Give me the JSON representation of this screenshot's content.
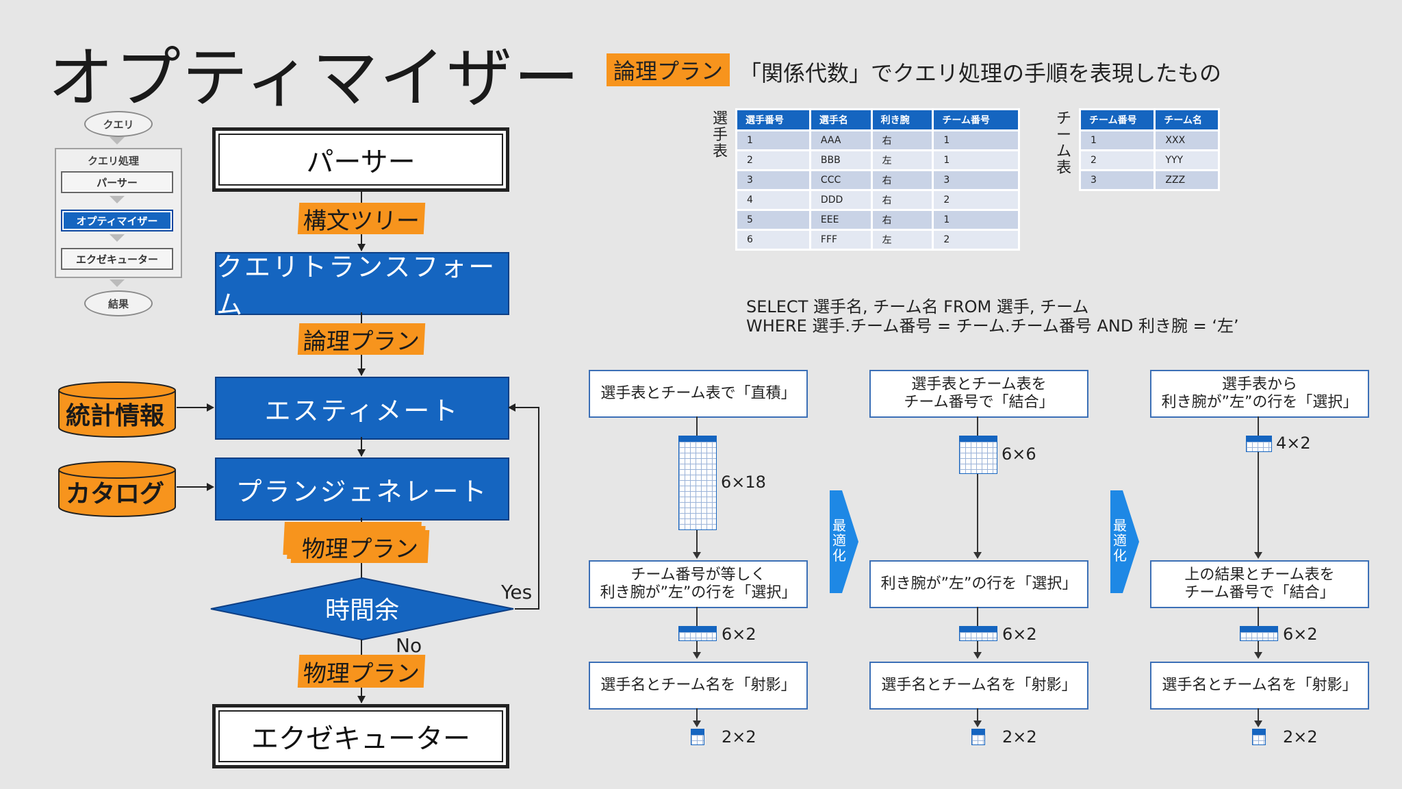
{
  "title": "オプティマイザー",
  "mini": {
    "query": "クエリ",
    "processing": "クエリ処理",
    "parser": "パーサー",
    "optimizer": "オプティマイザー",
    "executor": "エクゼキューター",
    "result": "結果"
  },
  "flow": {
    "parser": "パーサー",
    "syntax_tree": "構文ツリー",
    "query_transform": "クエリトランスフォーム",
    "logical_plan": "論理プラン",
    "estimate": "エスティメート",
    "plan_generate": "プランジェネレート",
    "physical_plan": "物理プラン",
    "time_left": "時間余",
    "yes": "Yes",
    "no": "No",
    "physical_plan2": "物理プラン",
    "executor": "エクゼキューター",
    "stats": "統計情報",
    "catalog": "カタログ"
  },
  "colors": {
    "blue": "#1565c0",
    "orange": "#f7941d"
  },
  "header": {
    "tag": "論理プラン",
    "desc": "「関係代数」でクエリ処理の手順を表現したもの"
  },
  "players_table": {
    "label": "選手表",
    "columns": [
      "選手番号",
      "選手名",
      "利き腕",
      "チーム番号"
    ],
    "rows": [
      [
        "1",
        "AAA",
        "右",
        "1"
      ],
      [
        "2",
        "BBB",
        "左",
        "1"
      ],
      [
        "3",
        "CCC",
        "右",
        "3"
      ],
      [
        "4",
        "DDD",
        "右",
        "2"
      ],
      [
        "5",
        "EEE",
        "右",
        "1"
      ],
      [
        "6",
        "FFF",
        "左",
        "2"
      ]
    ]
  },
  "teams_table": {
    "label": "チーム表",
    "columns": [
      "チーム番号",
      "チーム名"
    ],
    "rows": [
      [
        "1",
        "XXX"
      ],
      [
        "2",
        "YYY"
      ],
      [
        "3",
        "ZZZ"
      ]
    ]
  },
  "sql": {
    "line1": "SELECT 選手名, チーム名 FROM 選手, チーム",
    "line2": "WHERE 選手.チーム番号 = チーム.チーム番号 AND 利き腕 = ‘左’"
  },
  "optimize_label": "最適化",
  "plans": [
    {
      "step1": "選手表とチーム表で「直積」",
      "count1": "6×18",
      "step2": "チーム番号が等しく\n利き腕が”左”の行を「選択」",
      "count2": "6×2",
      "step3": "選手名とチーム名を「射影」",
      "count3": "2×2"
    },
    {
      "step1": "選手表とチーム表を\nチーム番号で「結合」",
      "count1": "6×6",
      "step2": "利き腕が”左”の行を「選択」",
      "count2": "6×2",
      "step3": "選手名とチーム名を「射影」",
      "count3": "2×2"
    },
    {
      "step1": "選手表から\n利き腕が”左”の行を「選択」",
      "count1": "4×2",
      "step2": "上の結果とチーム表を\nチーム番号で「結合」",
      "count2": "6×2",
      "step3": "選手名とチーム名を「射影」",
      "count3": "2×2"
    }
  ]
}
